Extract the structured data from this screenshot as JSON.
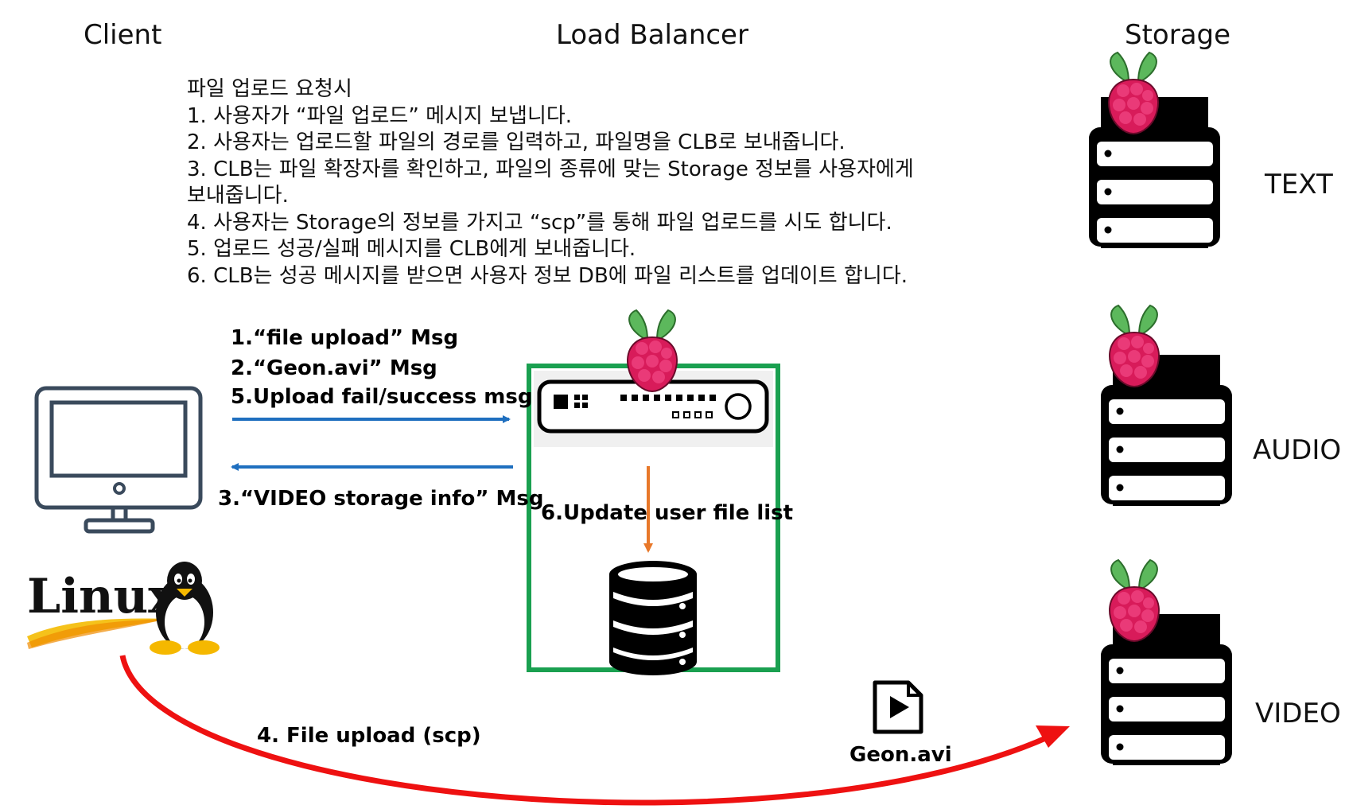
{
  "columns": {
    "client": "Client",
    "load_balancer": "Load Balancer",
    "storage": "Storage"
  },
  "steps": {
    "heading": "파일 업로드 요청시",
    "lines": [
      "1. 사용자가 “파일 업로드” 메시지 보냅니다.",
      "2. 사용자는 업로드할 파일의 경로를 입력하고, 파일명을 CLB로 보내줍니다.",
      "3. CLB는 파일 확장자를 확인하고, 파일의 종류에 맞는 Storage 정보를 사용자에게",
      "보내줍니다.",
      "4. 사용자는 Storage의 정보를 가지고 “scp”를 통해 파일 업로드를 시도 합니다.",
      "5. 업로드 성공/실패 메시지를 CLB에게 보내줍니다.",
      "6. CLB는 성공 메시지를 받으면 사용자 정보 DB에 파일 리스트를 업데이트 합니다."
    ]
  },
  "messages": {
    "msg1": "1.“file upload” Msg",
    "msg2": "2.“Geon.avi” Msg",
    "msg5": "5.Upload fail/success msg",
    "msg3": "3.“VIDEO storage info” Msg",
    "msg6": "6.Update user file list",
    "msg4": "4. File upload (scp)"
  },
  "client_os_logo": "Linux",
  "file_name": "Geon.avi",
  "storages": [
    "TEXT",
    "AUDIO",
    "VIDEO"
  ],
  "colors": {
    "arrow_blue": "#1f6fbf",
    "arrow_orange": "#e8782a",
    "arrow_red": "#ee1111",
    "lb_box_border": "#1aa050",
    "raspberry": "#d81b5a",
    "leaf": "#5cb85c"
  },
  "icons": [
    "monitor-icon",
    "linux-tux-icon",
    "raspberry-pi-icon",
    "server-stack-icon",
    "network-switch-icon",
    "database-icon",
    "video-file-icon"
  ]
}
